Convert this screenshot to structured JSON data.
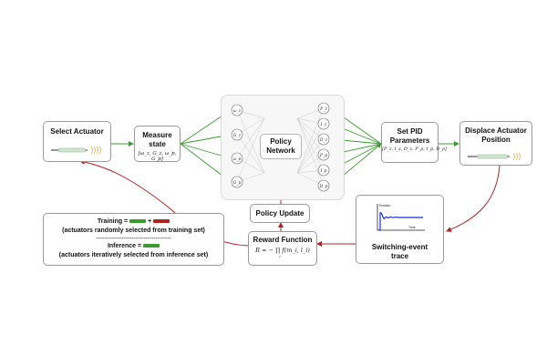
{
  "select_actuator": {
    "title": "Select Actuator"
  },
  "measure_state": {
    "title": "Measure state",
    "formula": "[ω_z, G_z, ω_p, G_p]"
  },
  "policy_network": {
    "title": "Policy Network",
    "inputs": [
      "ω_z",
      "G_z",
      "ω_p",
      "G_p"
    ],
    "outputs": [
      "P_z",
      "I_z",
      "D_z",
      "P_p",
      "I_p",
      "D_p"
    ]
  },
  "set_pid": {
    "title": "Set PID Parameters",
    "formula": "[P_z, I_z, D_z, P_p, I_p, D_p]"
  },
  "displace": {
    "title": "Displace Actuator Position"
  },
  "policy_update": {
    "title": "Policy Update"
  },
  "reward": {
    "title": "Reward Function",
    "formula": "R = − ∏ f(m_i, l_i)",
    "index": "i"
  },
  "switching": {
    "title": "Switching-event trace",
    "ylabel": "Position",
    "xlabel": "Time"
  },
  "legend": {
    "training_label": "Training =",
    "plus": "+",
    "training_note": "(actuators randomly selected from training set)",
    "divider": "--------------------------------------------",
    "inference_label": "Inference =",
    "inference_note": "(actuators iteratively selected from inference set)"
  },
  "colors": {
    "training_green": "#3a9b2e",
    "training_red": "#b22222",
    "trace_blue": "#1a2fd6"
  }
}
